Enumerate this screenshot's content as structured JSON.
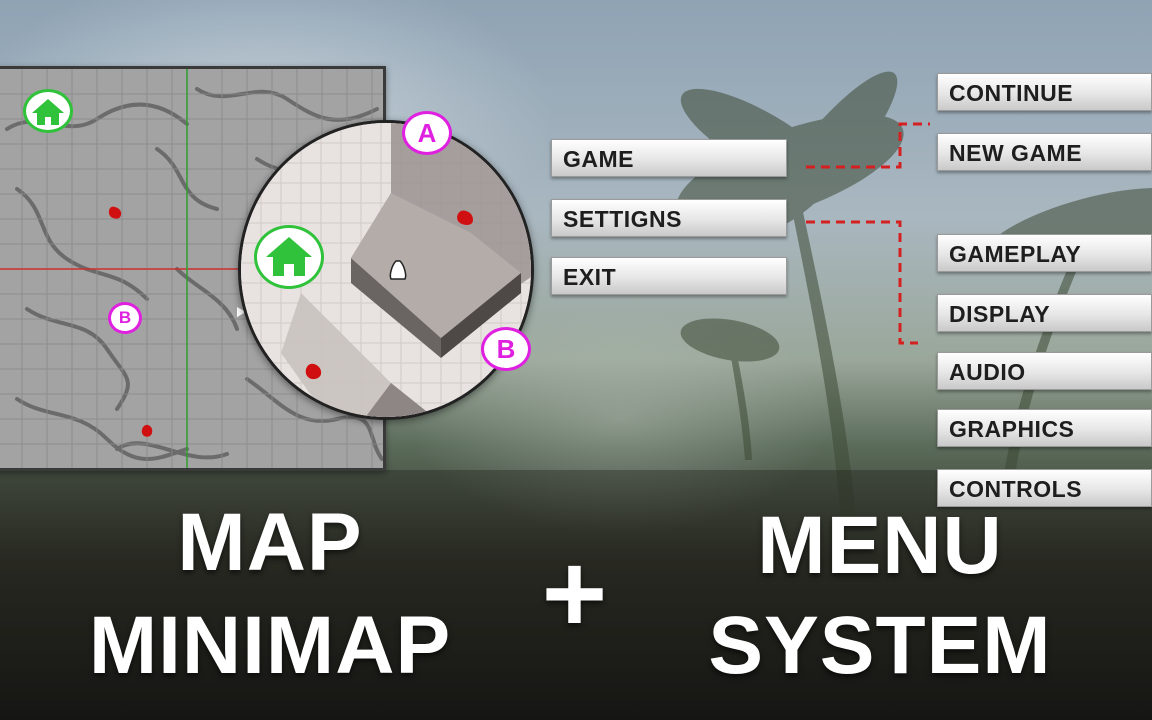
{
  "map": {
    "marker_b": "B"
  },
  "minimap": {
    "marker_a": "A",
    "marker_b": "B"
  },
  "main_menu": {
    "game": "GAME",
    "settings": "SETTIGNS",
    "exit": "EXIT"
  },
  "game_submenu": {
    "continue": "CONTINUE",
    "new_game": "NEW GAME"
  },
  "settings_submenu": {
    "gameplay": "GAMEPLAY",
    "display": "DISPLAY",
    "audio": "AUDIO",
    "graphics": "GRAPHICS",
    "controls": "CONTROLS"
  },
  "title": {
    "left_line1": "MAP",
    "left_line2": "MINIMAP",
    "plus": "+",
    "right_line1": "MENU",
    "right_line2": "SYSTEM"
  },
  "colors": {
    "marker_magenta": "#e020e0",
    "home_green": "#2fc23a",
    "enemy_red": "#d01010",
    "connector_red": "#d42020"
  },
  "icons": {
    "home": "home-icon",
    "enemy": "enemy-marker-icon",
    "player": "player-arrow-icon"
  }
}
